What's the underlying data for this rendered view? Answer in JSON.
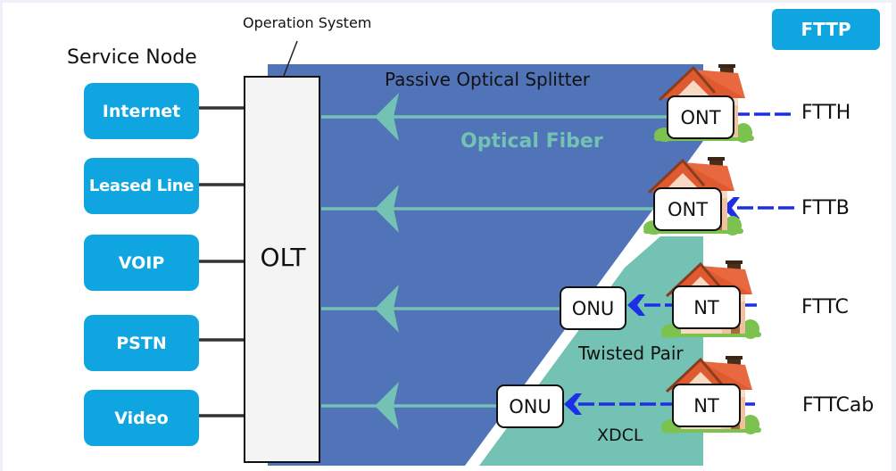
{
  "diagram": {
    "title_badge": "FTTP",
    "operation_system_label": "Operation System",
    "service_node_label": "Service Node",
    "services": [
      "Internet",
      "Leased Line",
      "VOIP",
      "PSTN",
      "Video"
    ],
    "olt_label": "OLT",
    "splitter_label": "Passive Optical Splitter",
    "fiber_label": "Optical Fiber",
    "twisted_pair_label": "Twisted Pair",
    "xdcl_label": "XDCL",
    "branches": [
      {
        "type": "FTTH",
        "devices": [
          "ONT"
        ]
      },
      {
        "type": "FTTB",
        "devices": [
          "ONT"
        ]
      },
      {
        "type": "FTTC",
        "devices": [
          "ONU",
          "NT"
        ]
      },
      {
        "type": "FTTCab",
        "devices": [
          "ONU",
          "NT"
        ]
      }
    ]
  },
  "colors": {
    "service_box": "#0ea5e0",
    "optical_region": "#5173b8",
    "copper_region": "#74c2b3",
    "fiber_line": "#74c2b3",
    "copper_line": "#1c2fe6",
    "olt_fill": "#f4f4f4"
  }
}
